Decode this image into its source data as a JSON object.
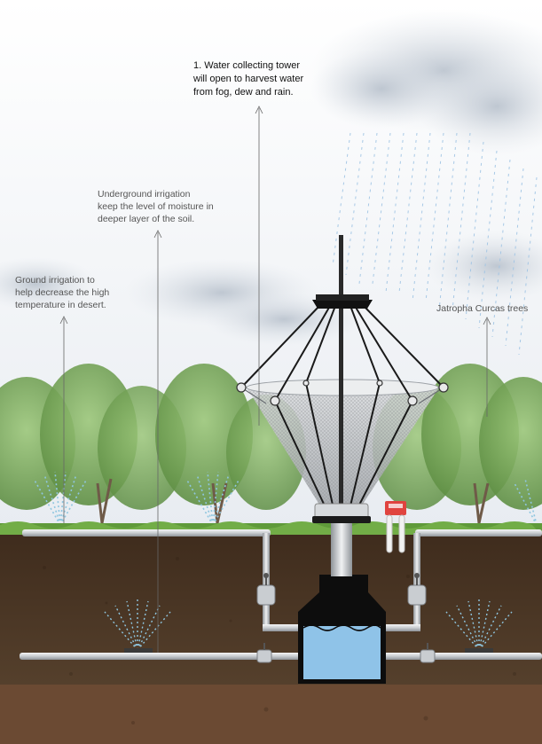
{
  "labels": {
    "tower": {
      "lines": [
        "1. Water collecting tower",
        "will open to harvest water",
        "from fog, dew and rain."
      ]
    },
    "underground": {
      "lines": [
        "Underground irrigation",
        "keep the level of moisture in",
        "deeper layer of the soil."
      ]
    },
    "ground": {
      "lines": [
        "Ground irrigation to",
        "help decrease the high",
        "temperature in desert."
      ]
    },
    "trees": {
      "lines": [
        "Jatropha Curcas trees"
      ]
    }
  },
  "colors": {
    "sky": "#eef1f5",
    "cloud": "#c9d0da",
    "rain": "#9fc4e4",
    "foliage": "#7fae5e",
    "foliage_dark": "#5c8d45",
    "grass": "#5f9a3a",
    "soil": "#4a3523",
    "deep_soil": "#6b4a33",
    "pipe": "#d9dde0",
    "tank": "#0d0d0d",
    "water": "#8fc3e8",
    "spray": "#8fc6e0",
    "sensor": "#e0443f"
  }
}
